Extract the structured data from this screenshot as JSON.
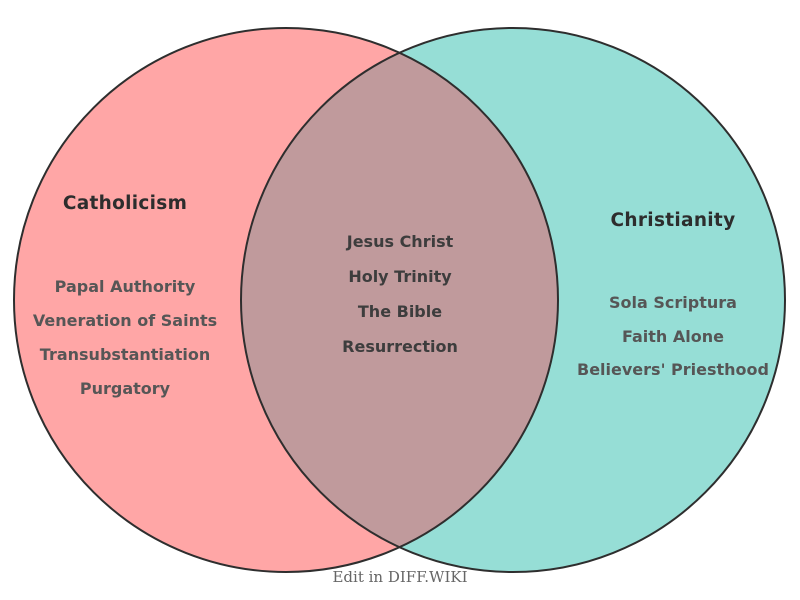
{
  "diagram": {
    "type": "venn",
    "left_set": {
      "title": "Catholicism",
      "items": [
        "Papal Authority",
        "Veneration of Saints",
        "Transubstantiation",
        "Purgatory"
      ]
    },
    "right_set": {
      "title": "Christianity",
      "items": [
        "Sola Scriptura",
        "Faith Alone",
        "Believers' Priesthood"
      ]
    },
    "overlap_set": {
      "items": [
        "Jesus Christ",
        "Holy Trinity",
        "The Bible",
        "Resurrection"
      ]
    },
    "colors": {
      "left_fill": "#ffa6a6",
      "right_fill": "#96ded6",
      "overlap_fill": "#c09a9c",
      "outline_stroke": "#2e2e2e",
      "title_text": "#2d2d2d",
      "item_text": "#565656",
      "overlap_text": "#3d3d3d",
      "caption_text": "#666666"
    },
    "caption": "Edit in DIFF.WIKI"
  }
}
